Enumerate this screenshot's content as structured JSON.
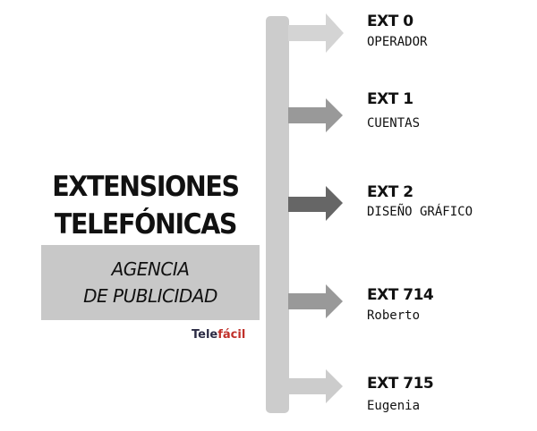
{
  "title": {
    "line1": "EXTENSIONES",
    "line2": "TELEFÓNICAS"
  },
  "subtitle": {
    "line1": "AGENCIA",
    "line2": "DE PUBLICIDAD",
    "background": "#c8c8c8"
  },
  "brand": {
    "part1": "Tele",
    "part2": "fácil",
    "color1": "#2b2b44",
    "color2": "#c0302a"
  },
  "trunk": {
    "color": "#cccccc"
  },
  "extensions": [
    {
      "ext": "EXT 0",
      "name": "OPERADOR",
      "arrow_color": "#d4d4d4",
      "icon": "arrow-right-icon"
    },
    {
      "ext": "EXT 1",
      "name": "CUENTAS",
      "arrow_color": "#999999",
      "icon": "arrow-right-icon"
    },
    {
      "ext": "EXT 2",
      "name": "DISEÑO GRÁFICO",
      "arrow_color": "#666666",
      "icon": "arrow-right-icon"
    },
    {
      "ext": "EXT 714",
      "name": "Roberto",
      "arrow_color": "#999999",
      "icon": "arrow-right-icon"
    },
    {
      "ext": "EXT 715",
      "name": "Eugenia",
      "arrow_color": "#cccccc",
      "icon": "arrow-right-icon"
    }
  ]
}
